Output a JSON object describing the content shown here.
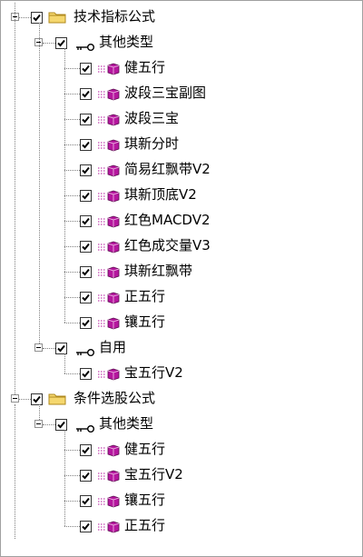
{
  "tree": {
    "roots": [
      {
        "label": "技术指标公式",
        "icon": "folder-icon",
        "checked": true,
        "groups": [
          {
            "label": "其他类型",
            "icon": "key-icon",
            "checked": true,
            "items": [
              "健五行",
              "波段三宝副图",
              "波段三宝",
              "琪新分时",
              "简易红飘带V2",
              "琪新顶底V2",
              "红色MACDV2",
              "红色成交量V3",
              "琪新红飘带",
              "正五行",
              "镶五行"
            ]
          },
          {
            "label": "自用",
            "icon": "key-icon",
            "checked": true,
            "items": [
              "宝五行V2"
            ]
          }
        ]
      },
      {
        "label": "条件选股公式",
        "icon": "folder-icon",
        "checked": true,
        "groups": [
          {
            "label": "其他类型",
            "icon": "key-icon",
            "checked": true,
            "items": [
              "健五行",
              "宝五行V2",
              "镶五行",
              "正五行"
            ]
          }
        ]
      }
    ]
  },
  "colors": {
    "folder": "#f5d76e",
    "formula": "#b5179e",
    "line": "#808080"
  }
}
